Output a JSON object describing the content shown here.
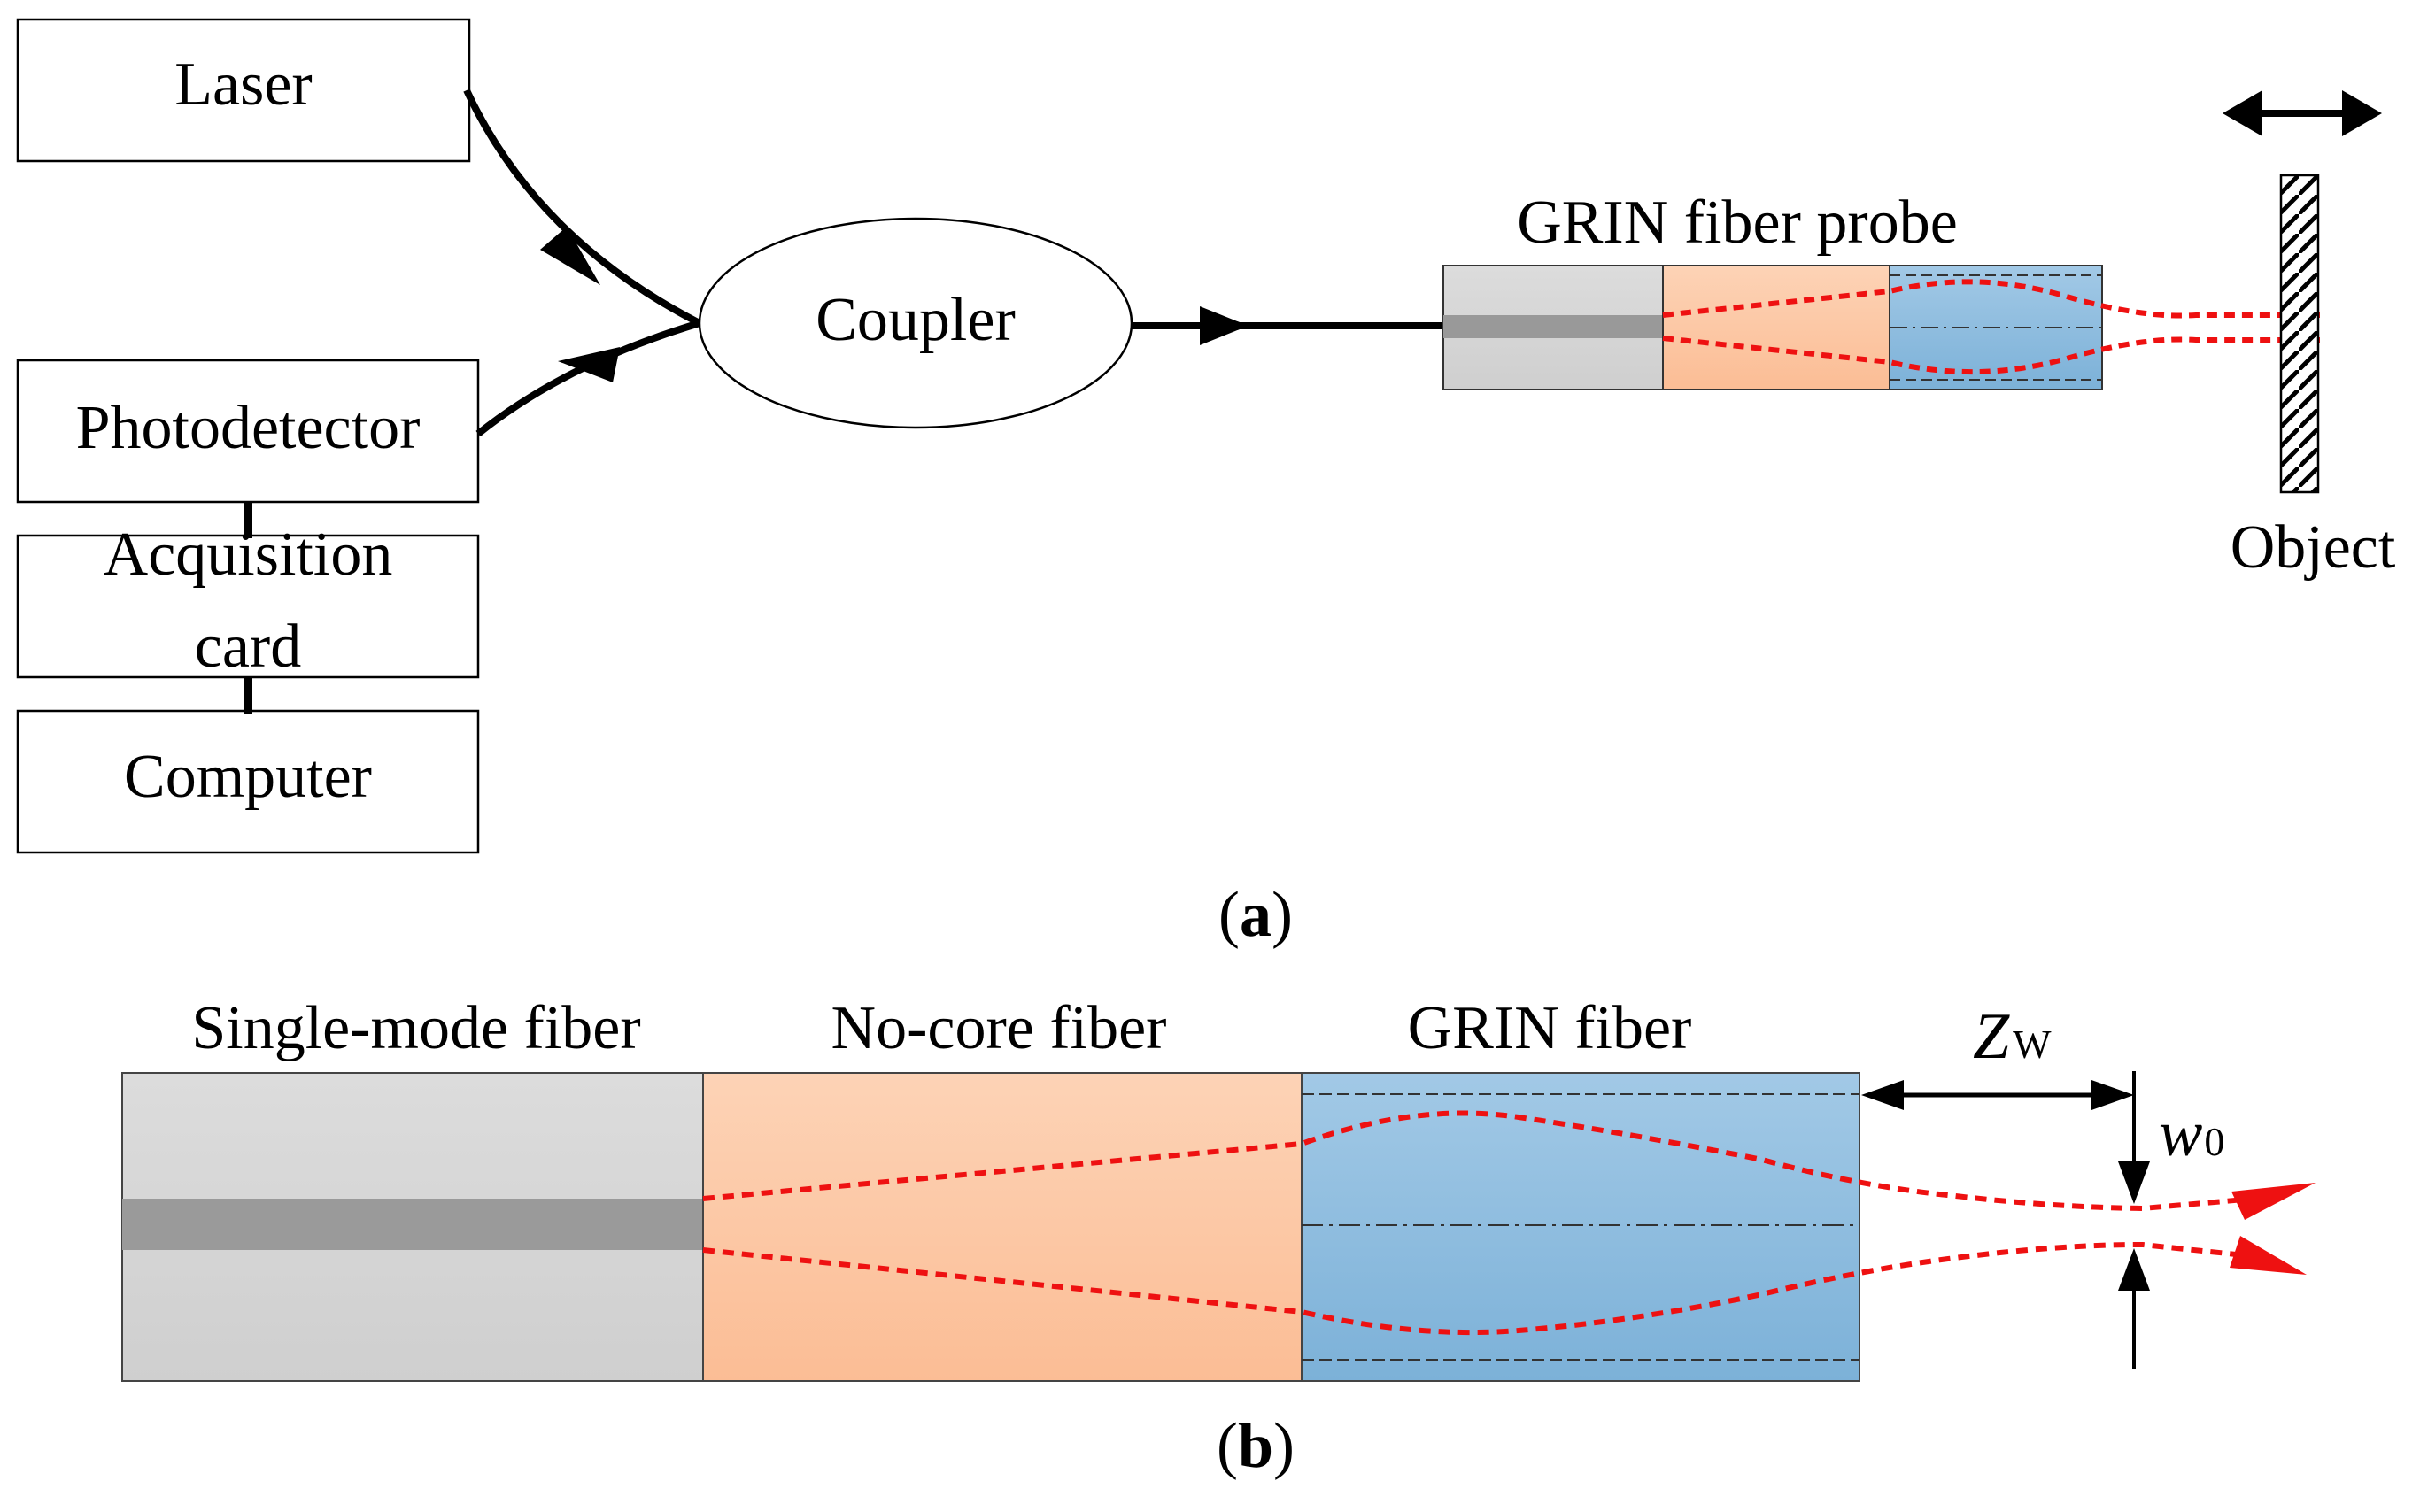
{
  "panel_a": {
    "caption": "a",
    "boxes": {
      "laser": "Laser",
      "photodetector": "Photodetector",
      "acquisition_line1": "Acquisition",
      "acquisition_line2": "card",
      "computer": "Computer"
    },
    "coupler": "Coupler",
    "probe_label": "GRIN fiber probe",
    "object_label": "Object"
  },
  "panel_b": {
    "caption": "b",
    "segments": {
      "smf": "Single-mode fiber",
      "ncf": "No-core fiber",
      "grin": "GRIN fiber"
    },
    "zw_symbol": "Z",
    "zw_subscript": "W",
    "w0_symbol": "w",
    "w0_subscript": "0"
  },
  "colors": {
    "smf": "#d6d6d6",
    "smf_core": "#9a9a9a",
    "ncf": "#fcc6a2",
    "grin": "#8fbedf",
    "beam": "#ee1111"
  }
}
